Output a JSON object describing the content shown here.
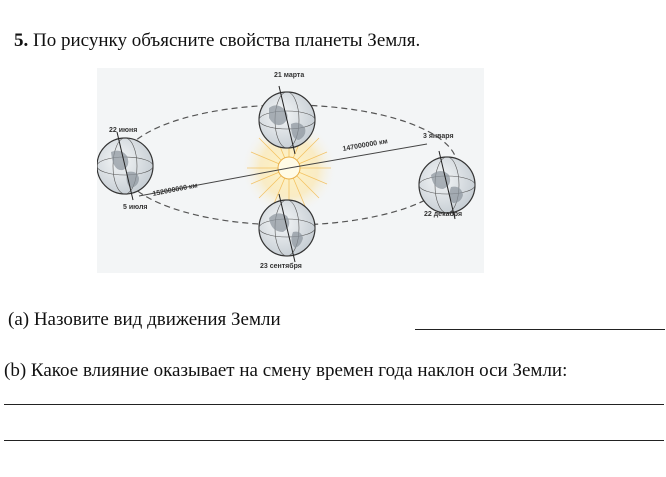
{
  "question": {
    "number": "5.",
    "text": "По рисунку объясните свойства планеты Земля."
  },
  "figure": {
    "labels": {
      "mar21": "21 марта",
      "jun22": "22 июня",
      "jan3": "3 января",
      "dec22": "22 декабря",
      "sep23": "23 сентября",
      "jul5": "5 июля",
      "dist_far": "147000000 км",
      "dist_near": "152000000 км"
    }
  },
  "part_a": {
    "text": "(a) Назовите вид движения Земли"
  },
  "part_b": {
    "text": "(b) Какое влияние оказывает на смену времен года наклон оси Земли:"
  }
}
